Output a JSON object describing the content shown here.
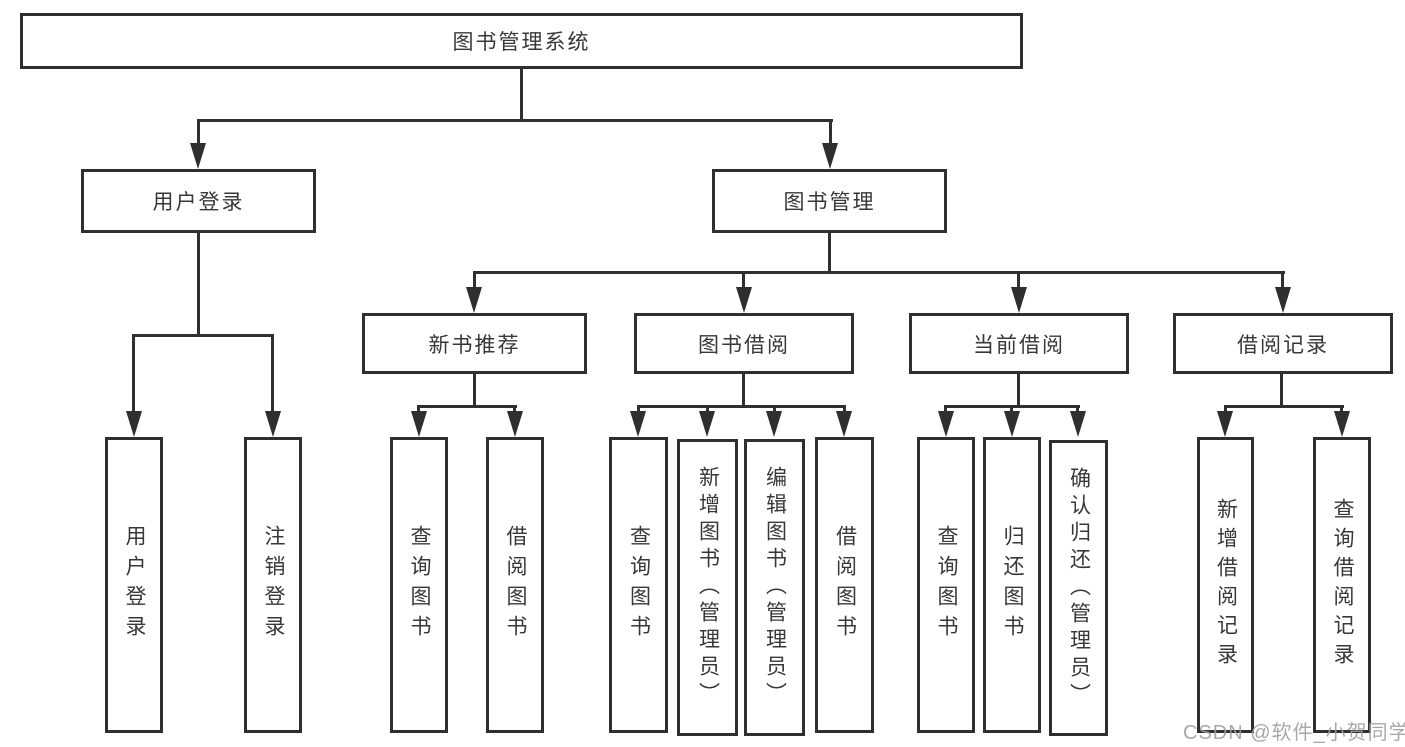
{
  "diagram": {
    "type": "hierarchy-tree",
    "colors": {
      "line": "#2f2f2f",
      "text": "#383838",
      "background": "#ffffff",
      "watermark": "#9e9e9e"
    },
    "watermark": "CSDN @软件_小贺同学"
  },
  "nodes": {
    "root": {
      "label": "图书管理系统"
    },
    "user_login": {
      "label": "用户登录"
    },
    "book_mgmt": {
      "label": "图书管理"
    },
    "new_book_rec": {
      "label": "新书推荐"
    },
    "book_borrow": {
      "label": "图书借阅"
    },
    "current_borrow": {
      "label": "当前借阅"
    },
    "borrow_record": {
      "label": "借阅记录"
    },
    "leaf_user_login": {
      "label": "用户登录"
    },
    "leaf_logout": {
      "label": "注销登录"
    },
    "leaf_rec_query_book": {
      "label": "查询图书"
    },
    "leaf_rec_borrow_book": {
      "label": "借阅图书"
    },
    "leaf_bb_query_book": {
      "label": "查询图书"
    },
    "leaf_bb_add_book": {
      "label": "新增图书（管理员）"
    },
    "leaf_bb_edit_book": {
      "label": "编辑图书（管理员）"
    },
    "leaf_bb_borrow_book": {
      "label": "借阅图书"
    },
    "leaf_cb_query_book": {
      "label": "查询图书"
    },
    "leaf_cb_return_book": {
      "label": "归还图书"
    },
    "leaf_cb_confirm_return": {
      "label": "确认归还（管理员）"
    },
    "leaf_br_add_record": {
      "label": "新增借阅记录"
    },
    "leaf_br_query_record": {
      "label": "查询借阅记录"
    }
  }
}
